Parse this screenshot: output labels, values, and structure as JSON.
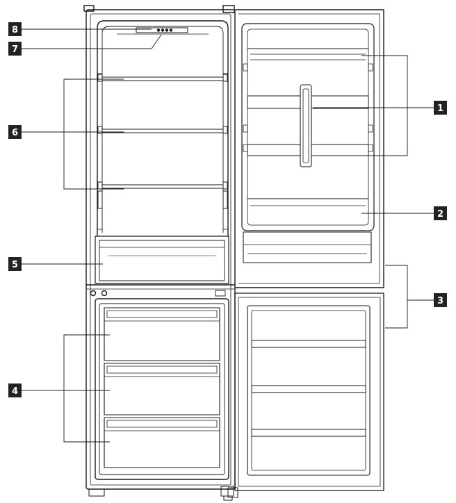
{
  "colors": {
    "line": "#1a1a1a",
    "badge": "#222222",
    "badge_text": "#ffffff",
    "background": "#ffffff"
  },
  "callouts": [
    {
      "id": "c1",
      "label": "1"
    },
    {
      "id": "c2",
      "label": "2"
    },
    {
      "id": "c3",
      "label": "3"
    },
    {
      "id": "c4",
      "label": "4"
    },
    {
      "id": "c5",
      "label": "5"
    },
    {
      "id": "c6",
      "label": "6"
    },
    {
      "id": "c7",
      "label": "7"
    },
    {
      "id": "c8",
      "label": "8"
    }
  ]
}
